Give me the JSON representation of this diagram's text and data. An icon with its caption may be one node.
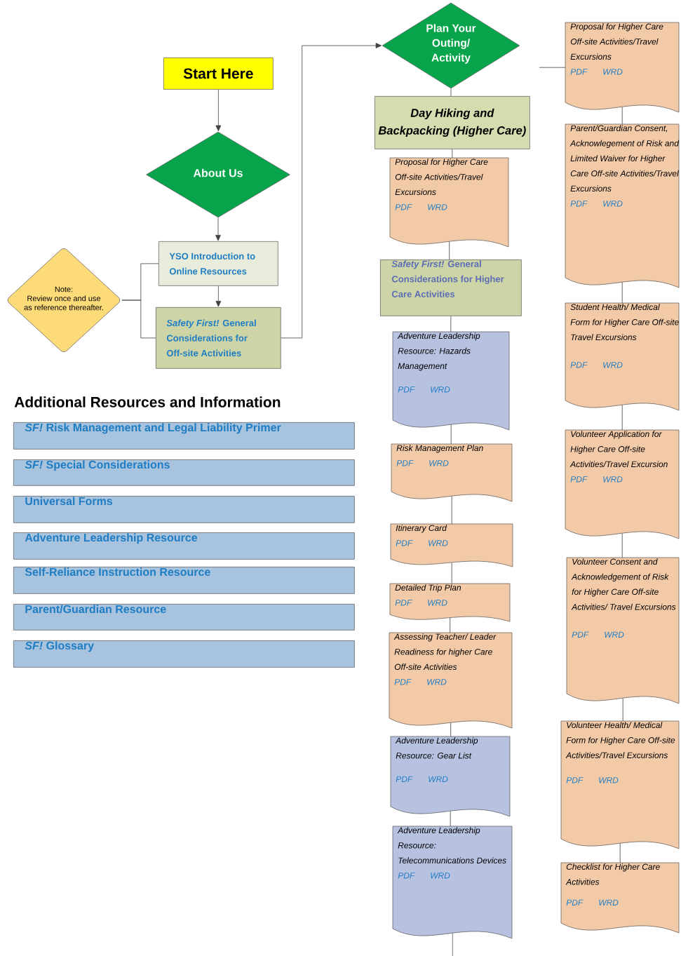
{
  "diagram": {
    "nodes": [
      {
        "text": [
          "Start Here"
        ]
      },
      {
        "text": [
          "About Us"
        ]
      },
      {
        "text": [
          "YSO Introduction to Online Resources"
        ]
      },
      {
        "text": [
          "*Safety First!* General Considerations for Off-site Activities"
        ]
      },
      {
        "text": [
          "Note:",
          "Review once and use as reference thereafter."
        ]
      },
      {
        "text": [
          "Plan Your Outing/ Activity"
        ]
      },
      {
        "text": [
          "Day Hiking and Backpacking (Higher Care)"
        ]
      },
      {
        "text": [
          "Proposal for Higher Care Off-site Activities/Travel Excursions",
          "PDF",
          "WRD"
        ]
      },
      {
        "text": [
          "*Safety First!* General Considerations for Higher Care  Activities"
        ]
      },
      {
        "text": [
          "Adventure Leadership Resource: Hazards Management",
          "PDF",
          "WRD"
        ]
      },
      {
        "text": [
          "Risk Management Plan",
          "PDF",
          "WRD"
        ]
      },
      {
        "text": [
          "Itinerary Card",
          "PDF",
          "WRD"
        ]
      },
      {
        "text": [
          "Detailed Trip Plan",
          "PDF",
          "WRD"
        ]
      },
      {
        "text": [
          "Assessing Teacher/ Leader Readiness for higher Care Off-site Activities",
          "PDF",
          "WRD"
        ]
      },
      {
        "text": [
          "Adventure Leadership Resource: Gear List",
          "PDF",
          "WRD"
        ]
      },
      {
        "text": [
          "Adventure Leadership Resource: Telecommunications Devices",
          "PDF",
          "WRD"
        ]
      },
      {
        "text": [
          "Proposal for Higher Care Off-site Activities/Travel Excursions",
          "PDF",
          "WRD"
        ]
      },
      {
        "text": [
          "Parent/Guardian Consent, Acknowlegement of Risk and Limited Waiver for Higher Care Off-site Activities/Travel Excursions",
          "PDF",
          "WRD"
        ]
      },
      {
        "text": [
          "Student Health/ Medical Form for Higher Care Off-site Travel Excursions",
          "PDF",
          "WRD"
        ]
      },
      {
        "text": [
          "Volunteer Application for Higher Care Off-site Activities/Travel Excursion",
          "PDF",
          "WRD"
        ]
      },
      {
        "text": [
          "Volunteer Consent and Acknowledgement of Risk for Higher Care Off-site Activities/ Travel Excursions",
          "PDF",
          "WRD"
        ]
      },
      {
        "text": [
          "Volunteer Health/ Medical Form for Higher Care Off-site Activities/Travel Excursions",
          "PDF",
          "WRD"
        ]
      },
      {
        "text": [
          "Checklist for Higher Care Activities",
          "PDF",
          "WRD"
        ]
      },
      {
        "text": [
          "*SF!* Risk Management and Legal Liability Primer"
        ]
      },
      {
        "text": [
          "*SF!* Special Considerations"
        ]
      },
      {
        "text": [
          "Universal Forms"
        ]
      },
      {
        "text": [
          "Adventure Leadership Resource"
        ]
      },
      {
        "text": [
          "Self-Reliance Instruction Resource"
        ]
      },
      {
        "text": [
          "Parent/Guardian Resource"
        ]
      },
      {
        "text": [
          "*SF!* Glossary"
        ]
      }
    ],
    "edges": [
      {
        "from": 0,
        "to": 1,
        "arrow": "to"
      },
      {
        "from": 1,
        "to": 2,
        "arrow": "to"
      },
      {
        "from": 2,
        "to": 3,
        "arrow": "to"
      },
      {
        "from": 4,
        "to": 2,
        "arrow": "none"
      },
      {
        "from": 4,
        "to": 3,
        "arrow": "none"
      },
      {
        "from": 3,
        "to": 5,
        "arrow": "to"
      },
      {
        "from": 5,
        "to": 6,
        "arrow": "none"
      },
      {
        "from": 6,
        "to": 7,
        "arrow": "none"
      },
      {
        "from": 7,
        "to": 8,
        "arrow": "none"
      },
      {
        "from": 8,
        "to": 9,
        "arrow": "none"
      },
      {
        "from": 9,
        "to": 10,
        "arrow": "none"
      },
      {
        "from": 10,
        "to": 11,
        "arrow": "none"
      },
      {
        "from": 11,
        "to": 12,
        "arrow": "none"
      },
      {
        "from": 12,
        "to": 13,
        "arrow": "none"
      },
      {
        "from": 13,
        "to": 14,
        "arrow": "none"
      },
      {
        "from": 14,
        "to": 15,
        "arrow": "none"
      },
      {
        "from": 15,
        "to": null,
        "arrow": "none"
      },
      {
        "from": 16,
        "to": null,
        "arrow": "none"
      },
      {
        "from": 16,
        "to": 17,
        "arrow": "none"
      },
      {
        "from": 17,
        "to": 18,
        "arrow": "none"
      },
      {
        "from": 18,
        "to": 19,
        "arrow": "none"
      },
      {
        "from": 19,
        "to": 20,
        "arrow": "none"
      },
      {
        "from": 20,
        "to": 21,
        "arrow": "none"
      },
      {
        "from": 21,
        "to": 22,
        "arrow": "none"
      }
    ],
    "labels": [
      "Additional Resources and Information"
    ]
  }
}
